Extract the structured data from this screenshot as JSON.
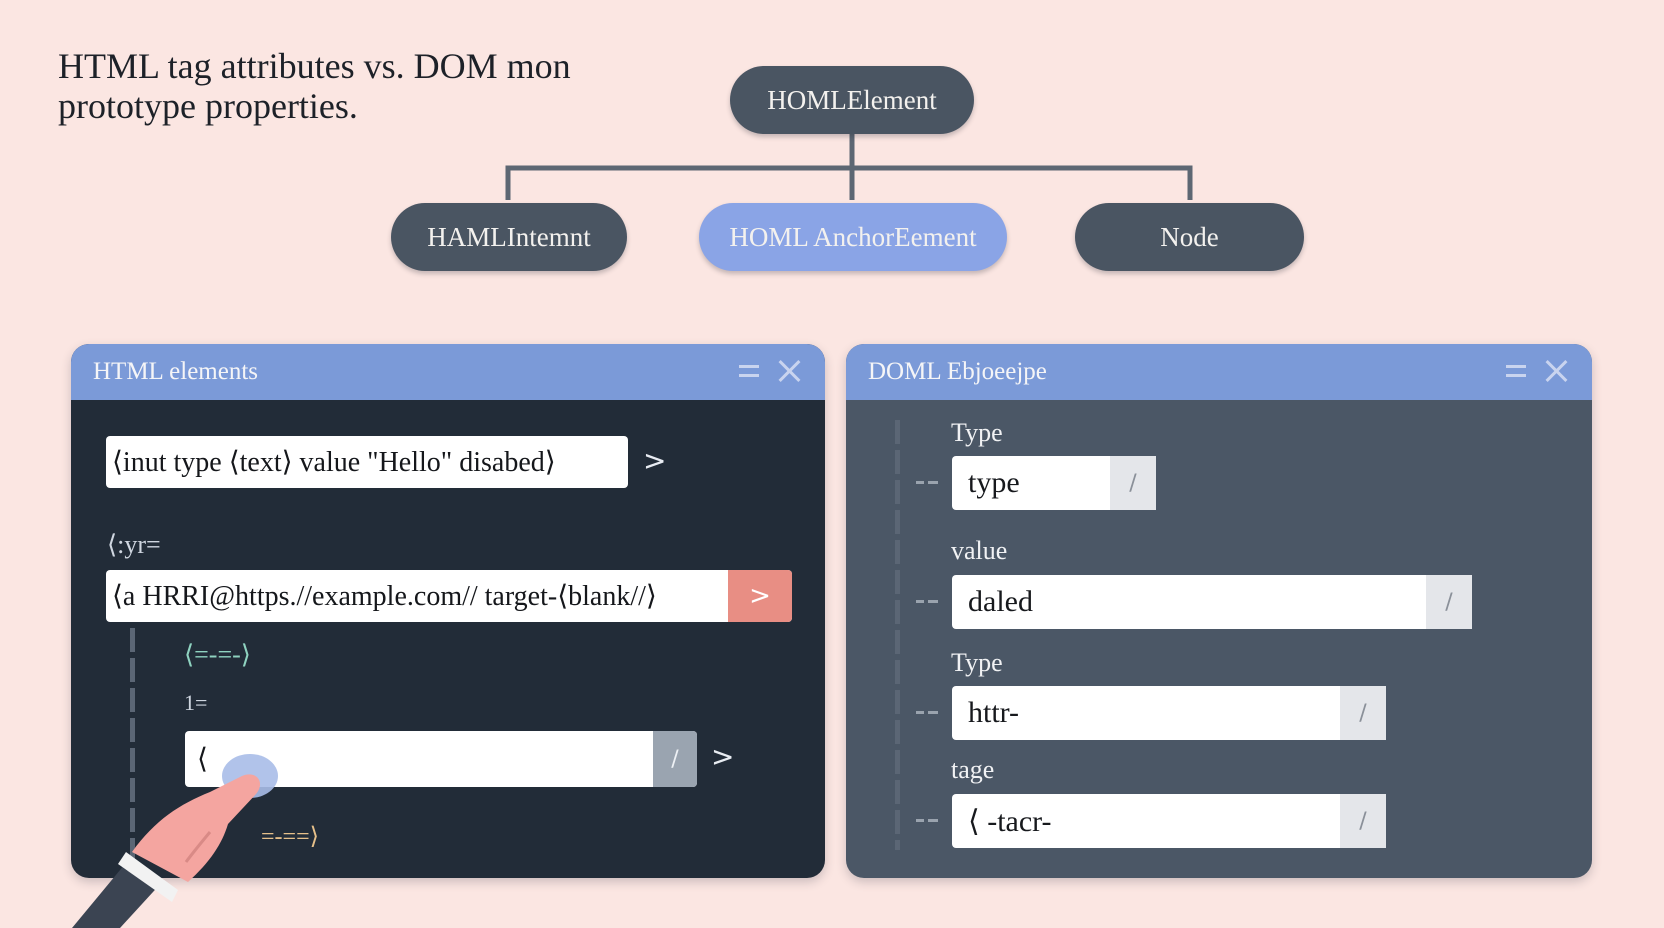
{
  "title": {
    "line1": "HTML tag attributes vs. DOM mon",
    "line2": "prototype properties."
  },
  "tree": {
    "root": "HOMLElement",
    "children": [
      "HAMLIntemnt",
      "HOML AnchorEement",
      "Node"
    ],
    "highlighted_child": "HOML AnchorEement"
  },
  "left_panel": {
    "title": "HTML elements",
    "input_tag": "⟨inut type ⟨text⟩ value \"Hello\" disabed⟩",
    "input_arrow": ">",
    "fragment_1": "⟨:yr=",
    "anchor_tag": "⟨a  HRRI@https.//example.com//  target-⟨blank//⟩",
    "anchor_tip": ">",
    "fragment_2": "⟨=-=-⟩",
    "fragment_3": "1=",
    "field_value": "⟨",
    "field_tip": "/",
    "field_arrow": ">",
    "fragment_4": "=-==⟩"
  },
  "right_panel": {
    "title": "DOML Ebjoeejpe",
    "fields": [
      {
        "label": "Type",
        "value": "type",
        "tip": "/"
      },
      {
        "label": "value",
        "value": "daled",
        "tip": "/"
      },
      {
        "label": "Type",
        "value": "httr-",
        "tip": "/"
      },
      {
        "label": "tage",
        "value": "⟨ -tacr-",
        "tip": "/"
      }
    ]
  },
  "colors": {
    "background": "#fbe6e2",
    "node_dark": "#4a5562",
    "node_highlight": "#8aa4e6",
    "panel_header": "#7b9ad8",
    "left_panel_body": "#222c38",
    "right_panel_body": "#4b5766",
    "accent_red": "#e88e84"
  },
  "icons": [
    "minimize-icon",
    "close-icon",
    "pointing-hand-icon"
  ]
}
